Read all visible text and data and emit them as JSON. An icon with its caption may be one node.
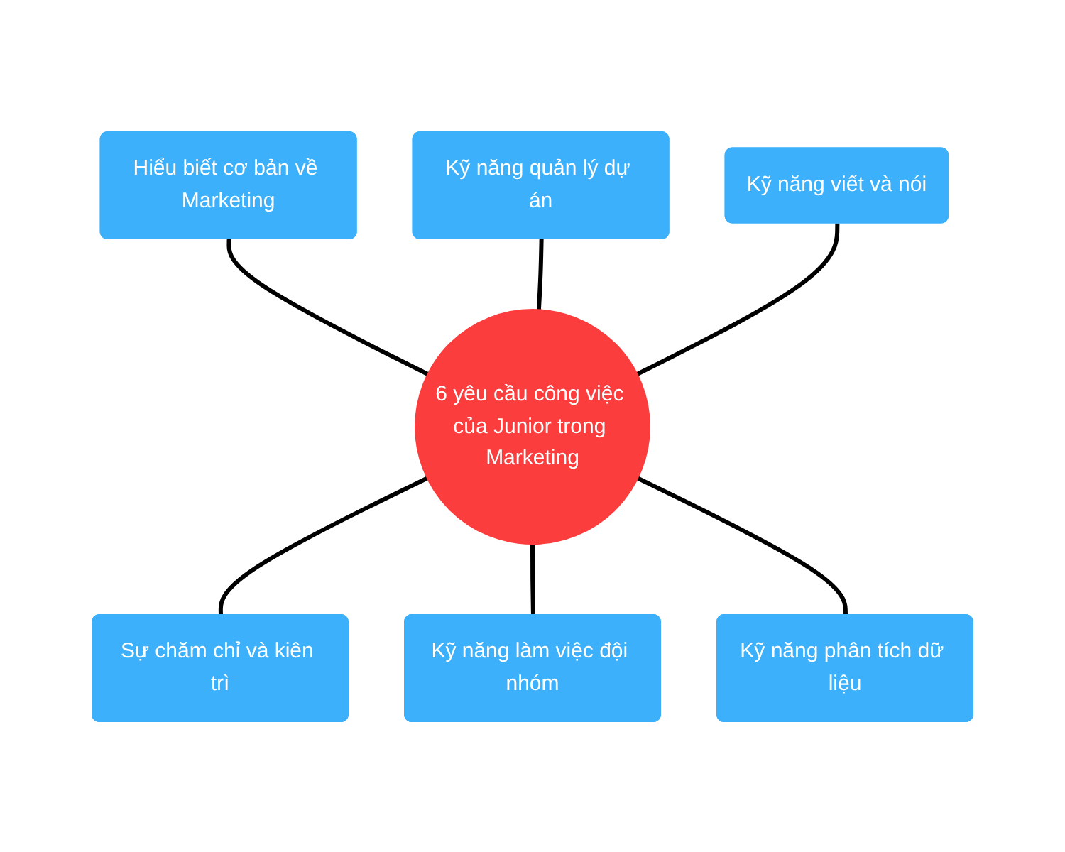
{
  "diagram": {
    "nodes": [
      {
        "text": [
          "Hiểu biết cơ bản về Marketing"
        ]
      },
      {
        "text": [
          "Kỹ năng quản lý dự án"
        ]
      },
      {
        "text": [
          "Kỹ năng viết và nói"
        ]
      },
      {
        "text": [
          "6 yêu cầu công việc của Junior trong Marketing"
        ]
      },
      {
        "text": [
          "Sự chăm chỉ và kiên trì"
        ]
      },
      {
        "text": [
          "Kỹ năng làm việc đội nhóm"
        ]
      },
      {
        "text": [
          "Kỹ năng phân tích dữ liệu"
        ]
      }
    ],
    "edges": [
      {
        "from": 0,
        "to": 3,
        "arrow": "none"
      },
      {
        "from": 1,
        "to": 3,
        "arrow": "none"
      },
      {
        "from": 2,
        "to": 3,
        "arrow": "none"
      },
      {
        "from": 3,
        "to": 4,
        "arrow": "none"
      },
      {
        "from": 3,
        "to": 5,
        "arrow": "none"
      },
      {
        "from": 3,
        "to": 6,
        "arrow": "none"
      }
    ]
  }
}
